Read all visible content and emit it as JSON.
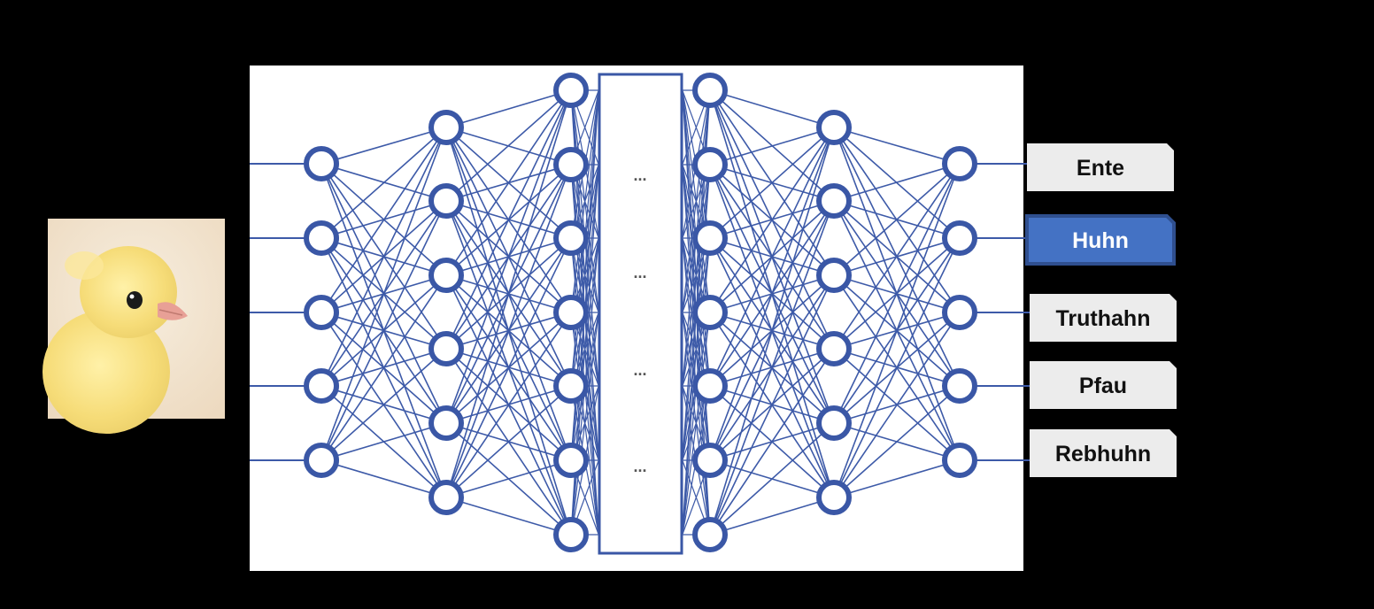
{
  "diagram": {
    "input_image": {
      "subject": "chick",
      "description_icon": "chick-photo"
    },
    "layers": [
      {
        "id": "input-layer",
        "node_count": 5
      },
      {
        "id": "hidden-layer-1",
        "node_count": 6
      },
      {
        "id": "hidden-layer-2",
        "node_count": 7
      },
      {
        "id": "hidden-layer-3",
        "node_count": 7
      },
      {
        "id": "hidden-layer-4",
        "node_count": 6
      },
      {
        "id": "output-layer",
        "node_count": 5
      }
    ],
    "ellipsis_block": {
      "items": [
        "...",
        "...",
        "...",
        "..."
      ]
    },
    "output_labels": [
      {
        "text": "Ente",
        "selected": false
      },
      {
        "text": "Huhn",
        "selected": true
      },
      {
        "text": "Truthahn",
        "selected": false
      },
      {
        "text": "Pfau",
        "selected": false
      },
      {
        "text": "Rebhuhn",
        "selected": false
      }
    ],
    "colors": {
      "background": "#000000",
      "panel": "#ffffff",
      "network_blue": "#3a57a6",
      "edge_blue": "#3d5aa8",
      "label_bg": "#ececec",
      "label_text": "#111111",
      "selected_bg": "#4472c4",
      "selected_border": "#2f4f8f",
      "selected_text": "#ffffff"
    }
  }
}
